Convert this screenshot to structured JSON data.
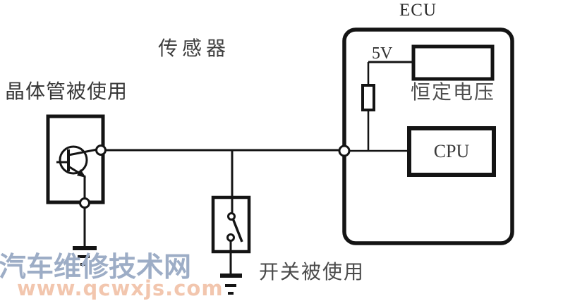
{
  "labels": {
    "sensor": "传感器",
    "ecu": "ECU",
    "transistor_note": "晶体管被使用",
    "supply_voltage": "5V",
    "constant_voltage": "恒定电压",
    "cpu": "CPU",
    "switch_note": "开关被使用"
  },
  "watermark": {
    "site_name": "汽车维修技术网",
    "site_url": "www.qcwxjs.com"
  },
  "colors": {
    "line": "#141414",
    "label_text": "#3e3e3e",
    "watermark_site_name": "#9dadc6",
    "watermark_site_url": "#f2c6ae",
    "background": "#ffffff"
  }
}
